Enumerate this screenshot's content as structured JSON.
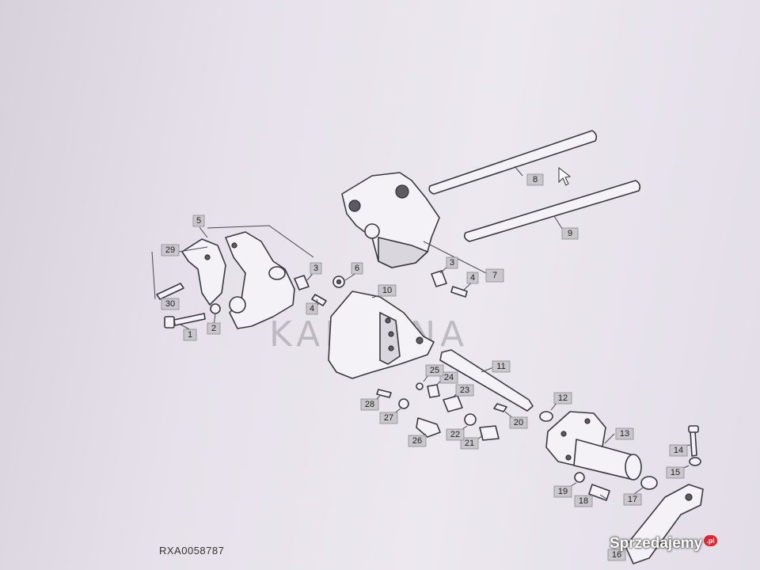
{
  "diagram": {
    "ref_code": "RXA0058787",
    "watermark": "KARRENA",
    "brand": {
      "name": "Sprzedajemy",
      "tld": ".pl"
    },
    "callouts": [
      "1",
      "2",
      "3",
      "4",
      "5",
      "6",
      "7",
      "8",
      "9",
      "10",
      "11",
      "12",
      "13",
      "14",
      "15",
      "16",
      "17",
      "18",
      "19",
      "20",
      "21",
      "22",
      "23",
      "24",
      "25",
      "26",
      "27",
      "28",
      "29",
      "30"
    ]
  }
}
